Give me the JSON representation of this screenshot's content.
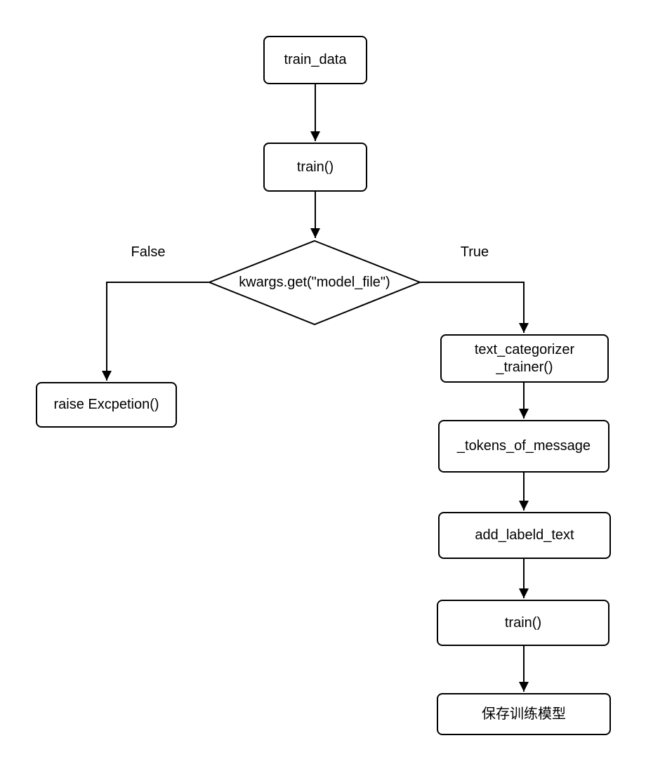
{
  "diagram": {
    "type": "flowchart",
    "nodes": {
      "train_data": {
        "label": "train_data",
        "shape": "rect"
      },
      "train": {
        "label": "train()",
        "shape": "rect"
      },
      "decision": {
        "label": "kwargs.get(\"model_file\")",
        "shape": "diamond"
      },
      "raise_exception": {
        "label": "raise Excpetion()",
        "shape": "rect"
      },
      "text_categorizer_trainer": {
        "label": "text_categorizer\n_trainer()",
        "shape": "rect"
      },
      "tokens_of_message": {
        "label": "_tokens_of_message",
        "shape": "rect"
      },
      "add_labeld_text": {
        "label": "add_labeld_text",
        "shape": "rect"
      },
      "train_2": {
        "label": "train()",
        "shape": "rect"
      },
      "save_model": {
        "label": "保存训练模型",
        "shape": "rect"
      }
    },
    "branch_labels": {
      "false_label": "False",
      "true_label": "True"
    },
    "edges": [
      {
        "from": "train_data",
        "to": "train",
        "label": ""
      },
      {
        "from": "train",
        "to": "decision",
        "label": ""
      },
      {
        "from": "decision",
        "to": "raise_exception",
        "label": "False"
      },
      {
        "from": "decision",
        "to": "text_categorizer_trainer",
        "label": "True"
      },
      {
        "from": "text_categorizer_trainer",
        "to": "tokens_of_message",
        "label": ""
      },
      {
        "from": "tokens_of_message",
        "to": "add_labeld_text",
        "label": ""
      },
      {
        "from": "add_labeld_text",
        "to": "train_2",
        "label": ""
      },
      {
        "from": "train_2",
        "to": "save_model",
        "label": ""
      }
    ],
    "colors": {
      "stroke": "#000000",
      "node_fill": "#ffffff",
      "background": "#ffffff"
    }
  }
}
